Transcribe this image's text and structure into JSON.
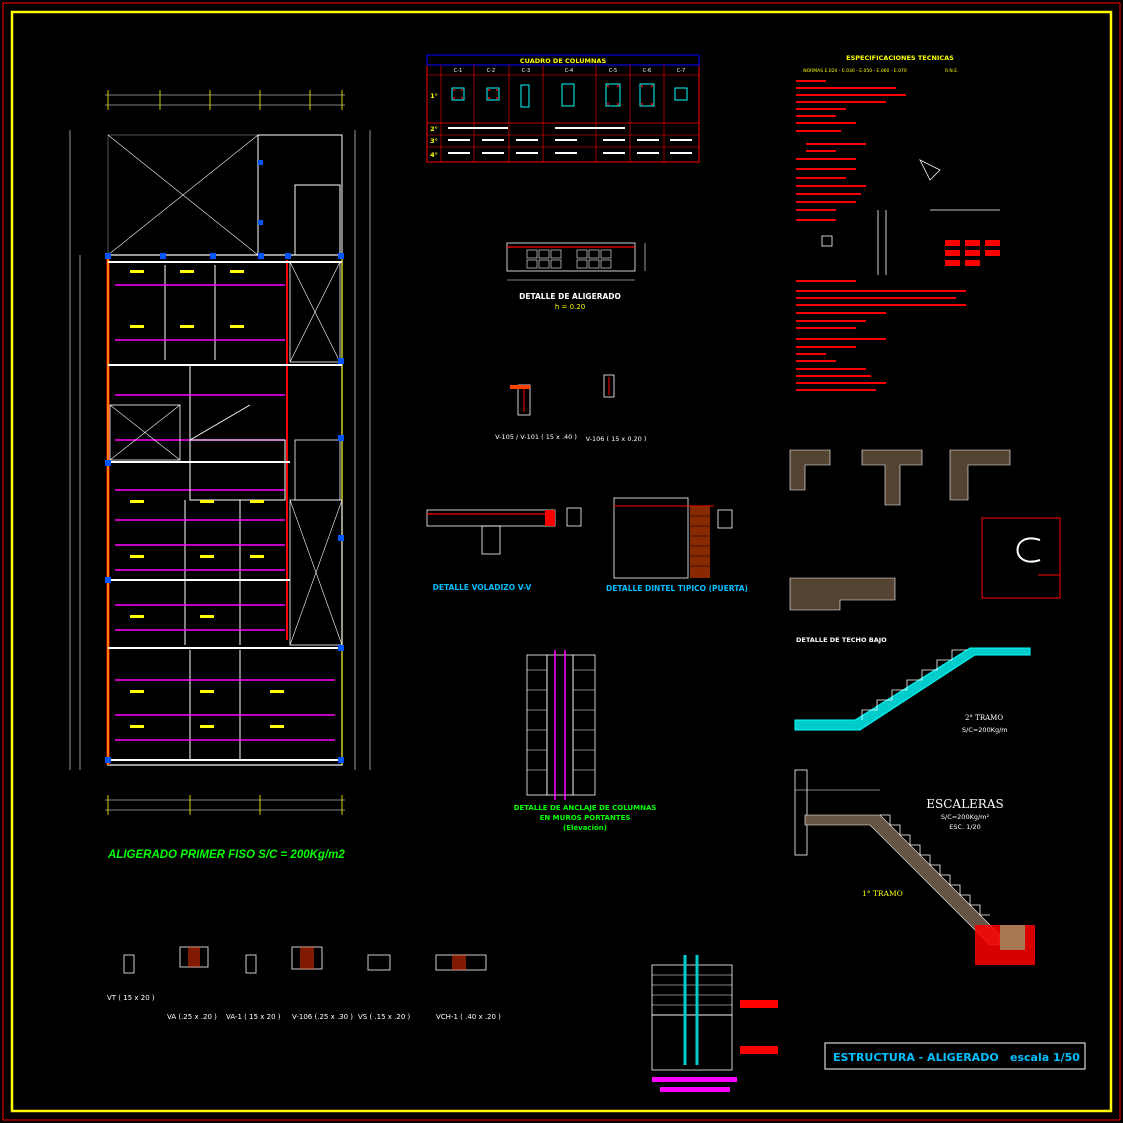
{
  "sheet": {
    "frame_color": "#FFFF00",
    "background": "#000000"
  },
  "plan": {
    "title": "ALIGERADO PRIMER FISO S/C = 200Kg/m2"
  },
  "column_table": {
    "title": "CUADRO DE COLUMNAS",
    "column_heads": [
      "C-1",
      "C-2",
      "C-3",
      "C-4",
      "C-5",
      "C-6",
      "C-7"
    ],
    "row_heads": [
      "1°",
      "2°",
      "3°",
      "4°"
    ]
  },
  "details": {
    "aligerado": "DETALLE DE ALIGERADO",
    "aligerado_h": "h = 0.20",
    "v105": "V-105 / V-101 ( 15 x .40 )",
    "v106": "V-106 ( 15 x 0.20 )",
    "voladizo": "DETALLE VOLADIZO V-V",
    "dintel": "DETALLE DINTEL TIPICO (PUERTA)",
    "anclaje_1": "DETALLE DE ANCLAJE DE COLUMNAS",
    "anclaje_2": "EN MUROS PORTANTES",
    "anclaje_3": "(Elevación)",
    "techo_bajo": "DETALLE DE TECHO BAJO"
  },
  "specs": {
    "title": "ESPECIFICACIONES TECNICAS",
    "subtitle": "NORMAS E.020 - E.030 - E.050 - E.060 - E.070",
    "sub_b": "R.N.E."
  },
  "beams": [
    {
      "label": "VT ( 15 x 20 )"
    },
    {
      "label": "VA (.25 x .20 )"
    },
    {
      "label": "VA-1 ( 15 x 20 )"
    },
    {
      "label": "V-106 (.25 x .30 )"
    },
    {
      "label": "VS ( .15 x .20 )"
    },
    {
      "label": "VCH-1 ( .40 x .20 )"
    }
  ],
  "stairs": {
    "title": "ESCALERAS",
    "sc": "S/C=200Kg/m²",
    "esc": "ESC. 1/20",
    "tramo2": "2° TRAMO",
    "tramo2_sc": "S/C=200Kg/m",
    "tramo1": "1° TRAMO"
  },
  "title_block": {
    "title": "ESTRUCTURA - ALIGERADO",
    "scale": "escala 1/50"
  }
}
